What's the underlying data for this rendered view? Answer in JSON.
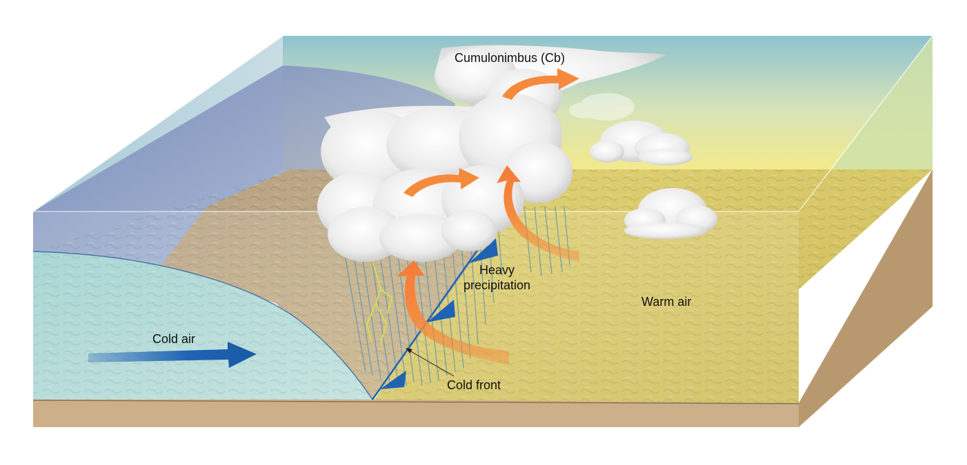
{
  "labels": {
    "cumulonimbus": "Cumulonimbus (Cb)",
    "heavy_precipitation_line1": "Heavy",
    "heavy_precipitation_line2": "precipitation",
    "warm_air": "Warm air",
    "cold_air": "Cold air",
    "cold_front": "Cold front"
  },
  "colors": {
    "warm_ground": "#d9c766",
    "cold_ground": "#a9d6d2",
    "soil": "#cdb089",
    "sky_top": "#8fc3cf",
    "sky_bottom": "#f3ea8c",
    "cold_air_mass": "#7d86b7",
    "warm_air_arrow": "#f58a3c",
    "cold_air_arrow": "#1f63b3",
    "front_triangles": "#1f63b3",
    "precipitation": "#4a8fb2",
    "lightning": "#d8e24a",
    "cloud": "#f1f1f1"
  },
  "icons": {
    "cold_front_symbol": "blue-triangle-front-icon",
    "warm_air_flow": "orange-curved-arrow-icon",
    "cold_air_flow": "blue-straight-arrow-icon"
  }
}
